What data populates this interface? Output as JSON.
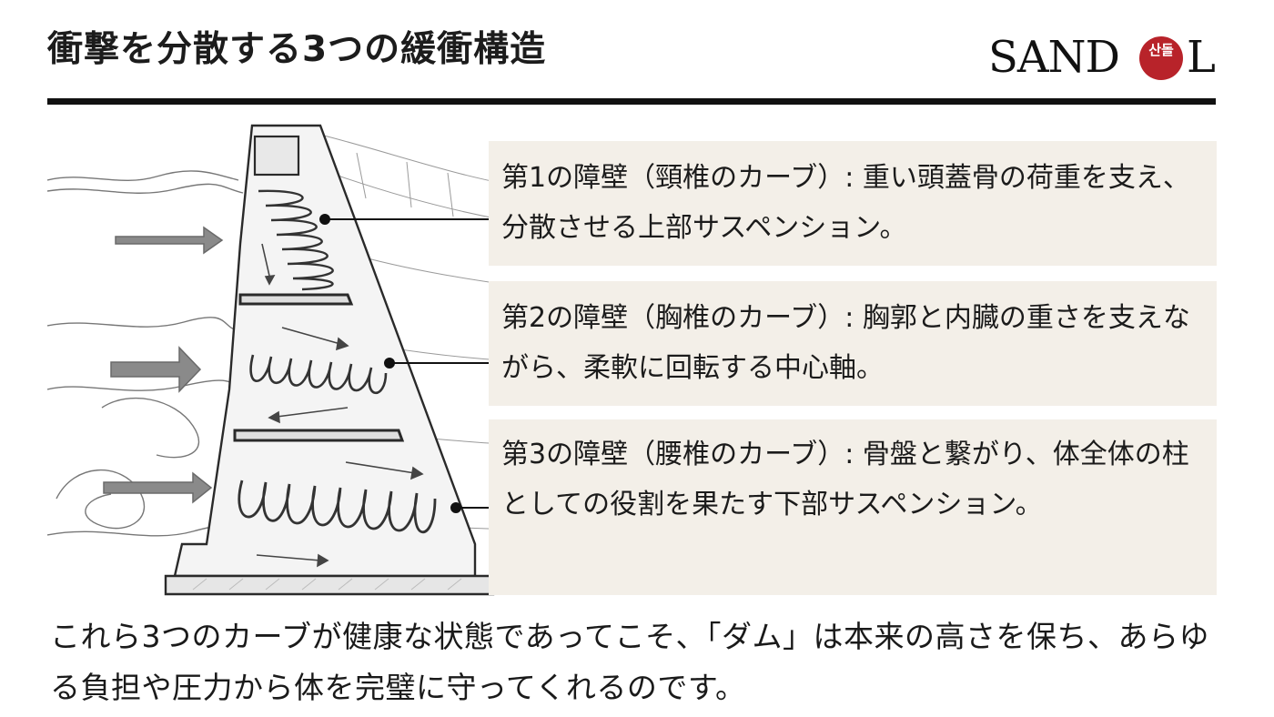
{
  "header": {
    "title": "衝撃を分散する3つの緩衝構造",
    "logo_left": "SAND",
    "logo_seal": "산돌",
    "logo_right": "L"
  },
  "callouts": [
    {
      "text": "第1の障壁（頸椎のカーブ）: 重い頭蓋骨の荷重を支え、分散させる上部サスペンション。"
    },
    {
      "text": "第2の障壁（胸椎のカーブ）: 胸郭と内臓の重さを支えながら、柔軟に回転する中心軸。"
    },
    {
      "text": "第3の障壁（腰椎のカーブ）: 骨盤と繋がり、体全体の柱としての役割を果たす下部サスペンション。"
    }
  ],
  "summary": "これら3つのカーブが健康な状態であってこそ、「ダム」は本来の高さを保ち、あらゆる負担や圧力から体を完璧に守ってくれるのです。",
  "colors": {
    "accent": "#111111",
    "callout_bg": "#f3efe8",
    "seal": "#b8232a",
    "sketch": "#2a2a2a"
  }
}
